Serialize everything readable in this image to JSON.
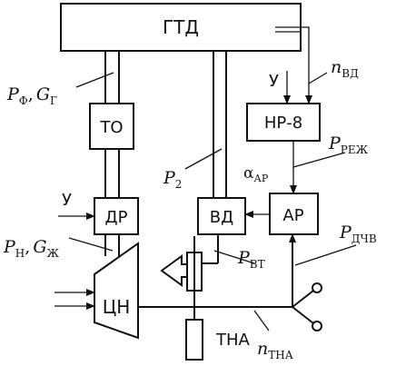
{
  "blocks": {
    "gtd": "ГТД",
    "to": "ТО",
    "dr": "ДР",
    "tsn": "ЦН",
    "vd": "ВД",
    "ar": "АР",
    "nr8": "НР-8",
    "tna": "ТНА"
  },
  "labels": {
    "u_top": "У",
    "u_left": "У",
    "p_f": "P",
    "p_f_sub": "Ф",
    "g_g": "G",
    "g_g_sub": "Г",
    "sep": ",",
    "p_h": "P",
    "p_h_sub": "Н",
    "g_zh": "G",
    "g_zh_sub": "Ж",
    "p2": "P",
    "p2_sub": "2",
    "n_vd": "n",
    "n_vd_sub": "ВД",
    "p_rezh": "P",
    "p_rezh_sub": "РЕЖ",
    "alpha_ar": "α",
    "alpha_ar_sub": "АР",
    "p_dchv": "P",
    "p_dchv_sub": "ДЧВ",
    "p_vt": "P",
    "p_vt_sub": "ВТ",
    "n_tna": "n",
    "n_tna_sub": "ТНА"
  }
}
